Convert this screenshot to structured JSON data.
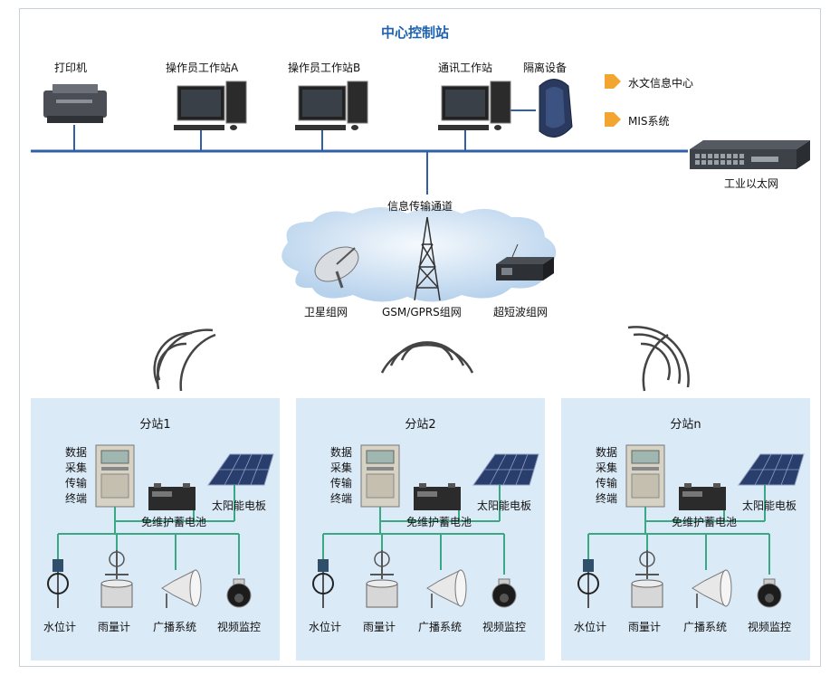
{
  "title": "中心控制站",
  "control": {
    "printer": "打印机",
    "op_a": "操作员工作站A",
    "op_b": "操作员工作站B",
    "comm": "通讯工作站",
    "isolation": "隔离设备",
    "hydro_center": "水文信息中心",
    "mis": "MIS系统",
    "ethernet": "工业以太网"
  },
  "channel": {
    "title": "信息传输通道",
    "satellite": "卫星组网",
    "gsm": "GSM/GPRS组网",
    "shortwave": "超短波组网"
  },
  "stations": [
    {
      "name": "分站1",
      "rtu": [
        "数据",
        "采集",
        "传输",
        "终端"
      ],
      "battery": "免维护蓄电池",
      "solar": "太阳能电板",
      "devices": [
        "水位计",
        "雨量计",
        "广播系统",
        "视频监控"
      ]
    },
    {
      "name": "分站2",
      "rtu": [
        "数据",
        "采集",
        "传输",
        "终端"
      ],
      "battery": "免维护蓄电池",
      "solar": "太阳能电板",
      "devices": [
        "水位计",
        "雨量计",
        "广播系统",
        "视频监控"
      ]
    },
    {
      "name": "分站n",
      "rtu": [
        "数据",
        "采集",
        "传输",
        "终端"
      ],
      "battery": "免维护蓄电池",
      "solar": "太阳能电板",
      "devices": [
        "水位计",
        "雨量计",
        "广播系统",
        "视频监控"
      ]
    }
  ],
  "colors": {
    "title": "#1d63b0",
    "bus": "#2e5fa8",
    "panel": "#dbeaf7",
    "station_bus": "#3aa882",
    "arrow": "#f3a531"
  }
}
